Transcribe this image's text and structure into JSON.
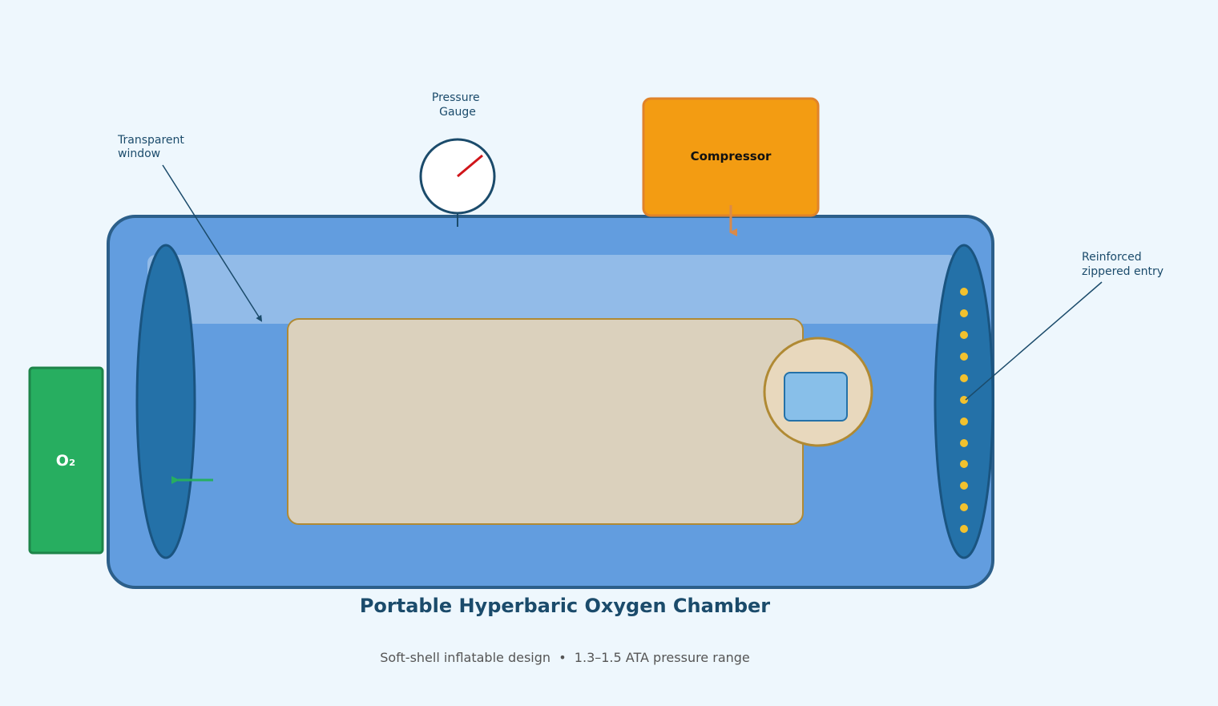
{
  "title": "Portable Hyperbaric Oxygen Chamber",
  "subtitle": "Soft-shell inflatable design  •  1.3–1.5 ATA pressure range",
  "labels": {
    "gauge": [
      "Pressure",
      "Gauge"
    ],
    "window": [
      "Transparent",
      "window"
    ],
    "entry": [
      "Reinforced",
      "zippered entry"
    ],
    "compressor": "Compressor",
    "oxygen": "O₂"
  },
  "colors": {
    "background": "#eef7fd",
    "shell": "#629ddf",
    "shell_border": "#2c5f8a",
    "window": "#92bbe8",
    "end_cap": "#2471a8",
    "end_cap_border": "#1a5480",
    "mattress": "#dbd1bd",
    "mattress_border": "#b08a34",
    "pillow_head": "#e8d8bd",
    "mask": "#88bfe9",
    "compressor": "#f39c12",
    "compressor_border": "#e0832a",
    "oxygen_tank": "#27ae60",
    "oxygen_border": "#1e8449",
    "gauge_needle": "#d0151a",
    "zipper_dots": "#f2c12e",
    "text_dark": "#1b4b6b"
  },
  "icons": [
    "pressure-gauge-icon",
    "oxygen-tank-icon",
    "compressor-icon",
    "zipper-icon"
  ]
}
